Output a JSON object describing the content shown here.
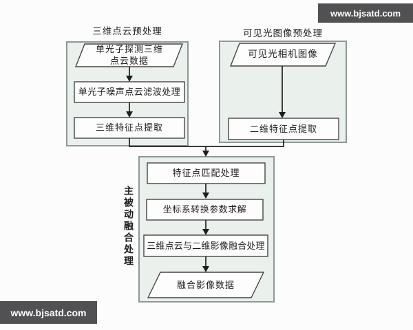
{
  "watermark_top": {
    "text": "www.bjsatd.com"
  },
  "watermark_bottom": {
    "text": "www.bjsatd.com"
  },
  "left_branch": {
    "title": "三维点云预处理",
    "input": "单光子探测三维\n点云数据",
    "steps": [
      "单光子噪声点云滤波处理",
      "三维特征点提取"
    ]
  },
  "right_branch": {
    "title": "可见光图像预处理",
    "input": "可见光相机图像",
    "steps": [
      "二维特征点提取"
    ]
  },
  "fusion": {
    "label": "主被动融合处理",
    "steps": [
      "特征点匹配处理",
      "坐标系转换参数求解",
      "三维点云与二维影像融合处理"
    ],
    "output": "融合影像数据"
  },
  "colors": {
    "container_fill": "#eaf0eb",
    "container_border": "#8f9795",
    "node_fill": "#fdfdfe",
    "node_border": "#454545",
    "line": "#1f1f1f",
    "watermark_bg": "#515153",
    "watermark_text": "#ffffff",
    "background": "#fcfcfc"
  }
}
